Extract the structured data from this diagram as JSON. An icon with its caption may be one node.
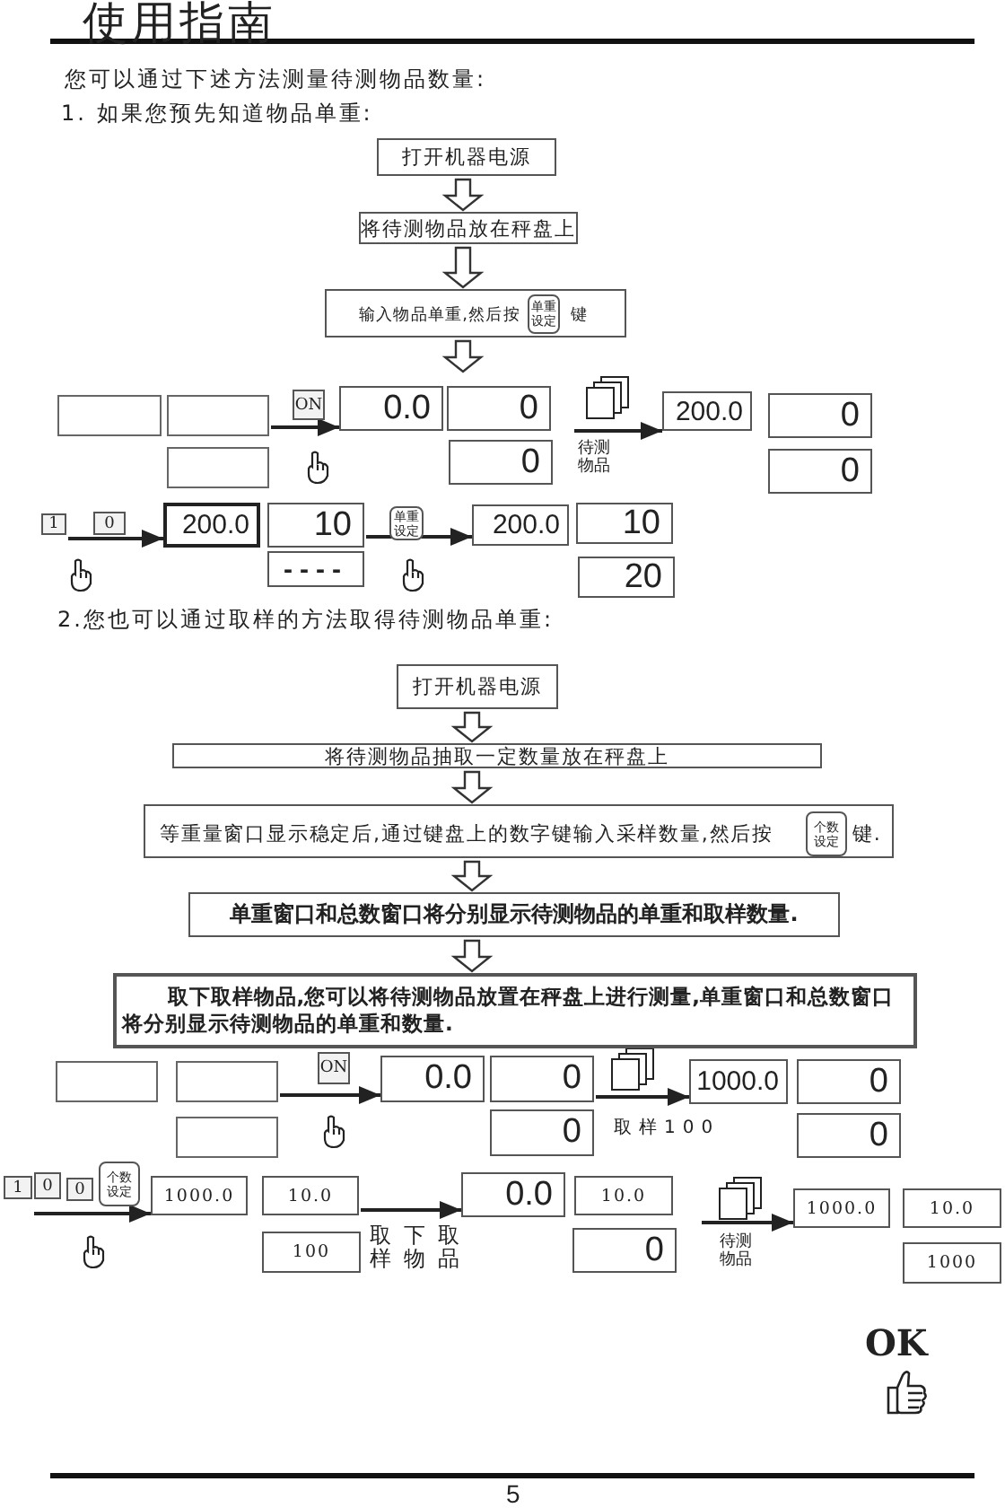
{
  "diagram": {
    "title": "使用指南",
    "nodes": [
      {
        "text": [
          "打开机器电源"
        ]
      },
      {
        "text": [
          "将待测物品放在秤盘上"
        ]
      },
      {
        "text": [
          "输入物品单重,然后按",
          "键"
        ]
      },
      {
        "text": [
          "单重设定"
        ],
        "in": 2
      },
      {
        "text": [],
        "shape": "box"
      },
      {
        "text": [],
        "shape": "box"
      },
      {
        "text": [],
        "shape": "box"
      },
      {
        "text": [
          "ON"
        ]
      },
      {
        "text": [
          "0.0"
        ]
      },
      {
        "text": [
          "0"
        ]
      },
      {
        "text": [
          "0"
        ]
      },
      {
        "text": [
          "200.0"
        ]
      },
      {
        "text": [
          "0"
        ]
      },
      {
        "text": [
          "0"
        ]
      },
      {
        "text": [
          "1"
        ]
      },
      {
        "text": [
          "0"
        ]
      },
      {
        "text": [
          "200.0"
        ]
      },
      {
        "text": [
          "10"
        ]
      },
      {
        "text": [
          "----"
        ]
      },
      {
        "text": [
          "单重设定"
        ]
      },
      {
        "text": [
          "200.0"
        ]
      },
      {
        "text": [
          "10"
        ]
      },
      {
        "text": [
          "20"
        ]
      },
      {
        "text": [
          "打开机器电源"
        ]
      },
      {
        "text": [
          "将待测物品抽取一定数量放在秤盘上"
        ]
      },
      {
        "text": [
          "等重量窗口显示稳定后,通过键盘上的数字键输入采样数量,然后按",
          "键."
        ]
      },
      {
        "text": [
          "个数设定"
        ],
        "in": 25
      },
      {
        "text": [
          "单重窗口和总数窗口将分别显示待测物品的单重和取样数量."
        ]
      },
      {
        "text": [
          "取下取样物品,您可以将待测物品放置在秤盘上进行测量,单重窗口和总数窗口将分别显示待测物品的单重和数量."
        ]
      },
      {
        "text": [],
        "shape": "box"
      },
      {
        "text": [],
        "shape": "box"
      },
      {
        "text": [],
        "shape": "box"
      },
      {
        "text": [
          "ON"
        ]
      },
      {
        "text": [
          "0.0"
        ]
      },
      {
        "text": [
          "0"
        ]
      },
      {
        "text": [
          "0"
        ]
      },
      {
        "text": [
          "1000.0"
        ]
      },
      {
        "text": [
          "0"
        ]
      },
      {
        "text": [
          "0"
        ]
      },
      {
        "text": [
          "1"
        ]
      },
      {
        "text": [
          "0"
        ]
      },
      {
        "text": [
          "0"
        ]
      },
      {
        "text": [
          "个数设定"
        ]
      },
      {
        "text": [
          "1000.0"
        ]
      },
      {
        "text": [
          "10.0"
        ]
      },
      {
        "text": [
          "100"
        ]
      },
      {
        "text": [
          "0.0"
        ]
      },
      {
        "text": [
          "10.0"
        ]
      },
      {
        "text": [
          "0"
        ]
      },
      {
        "text": [
          "1000.0"
        ]
      },
      {
        "text": [
          "10.0"
        ]
      },
      {
        "text": [
          "1000"
        ]
      }
    ],
    "edges": [
      {
        "from": 0,
        "to": 1,
        "arrow": "to"
      },
      {
        "from": 1,
        "to": 2,
        "arrow": "to"
      },
      {
        "from": 2,
        "to": null,
        "arrow": "to"
      },
      {
        "from": 5,
        "to": 8,
        "arrow": "to"
      },
      {
        "from": null,
        "to": 11,
        "arrow": "to",
        "label": "待测物品"
      },
      {
        "from": 14,
        "to": 16,
        "arrow": "to"
      },
      {
        "from": 17,
        "to": 20,
        "arrow": "to"
      },
      {
        "from": 23,
        "to": 24,
        "arrow": "to"
      },
      {
        "from": 24,
        "to": 25,
        "arrow": "to"
      },
      {
        "from": 25,
        "to": 27,
        "arrow": "to"
      },
      {
        "from": 27,
        "to": 28,
        "arrow": "to"
      },
      {
        "from": 30,
        "to": 33,
        "arrow": "to"
      },
      {
        "from": 34,
        "to": 36,
        "arrow": "to",
        "label": "取样100"
      },
      {
        "from": 39,
        "to": 43,
        "arrow": "to"
      },
      {
        "from": 44,
        "to": 46,
        "arrow": "to",
        "label": "取下取样物品"
      },
      {
        "from": null,
        "to": 49,
        "arrow": "to",
        "label": "待测物品"
      }
    ],
    "labels": [
      "您可以通过下述方法测量待测物品数量:",
      "1. 如果您预先知道物品单重:",
      "2.您也可以通过取样的方法取得待测物品单重:",
      "OK",
      "5"
    ]
  }
}
